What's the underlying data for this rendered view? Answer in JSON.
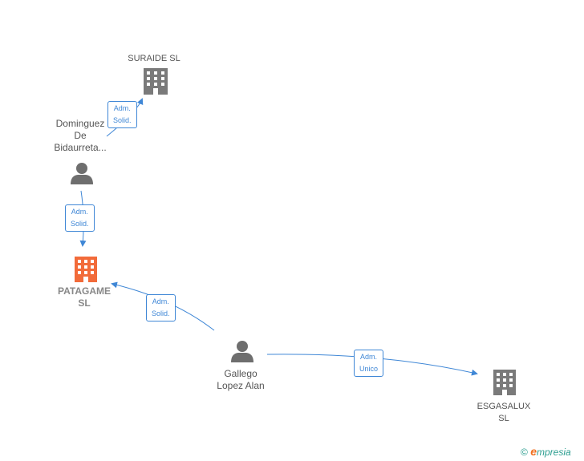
{
  "nodes": {
    "suraide": {
      "label": "SURAIDE SL",
      "kind": "company"
    },
    "dominguez": {
      "label_lines": [
        "Dominguez",
        "De",
        "Bidaurreta..."
      ],
      "kind": "person"
    },
    "patagame": {
      "label_lines": [
        "PATAGAME",
        "SL"
      ],
      "kind": "company-main"
    },
    "gallego": {
      "label_lines": [
        "Gallego",
        "Lopez Alan"
      ],
      "kind": "person"
    },
    "esgasalux": {
      "label_lines": [
        "ESGASALUX",
        "SL"
      ],
      "kind": "company"
    }
  },
  "edges": {
    "dominguez_suraide": {
      "label_lines": [
        "Adm.",
        "Solid."
      ]
    },
    "dominguez_patagame": {
      "label_lines": [
        "Adm.",
        "Solid."
      ]
    },
    "gallego_patagame": {
      "label_lines": [
        "Adm.",
        "Solid."
      ]
    },
    "gallego_esgasalux": {
      "label_lines": [
        "Adm.",
        "Unico"
      ]
    }
  },
  "colors": {
    "edge": "#3f87d6",
    "company": "#7a7a7a",
    "main_company": "#f26b3a",
    "person": "#6e6e6e"
  },
  "brand": {
    "symbol": "©",
    "initial": "e",
    "rest": "mpresia"
  }
}
